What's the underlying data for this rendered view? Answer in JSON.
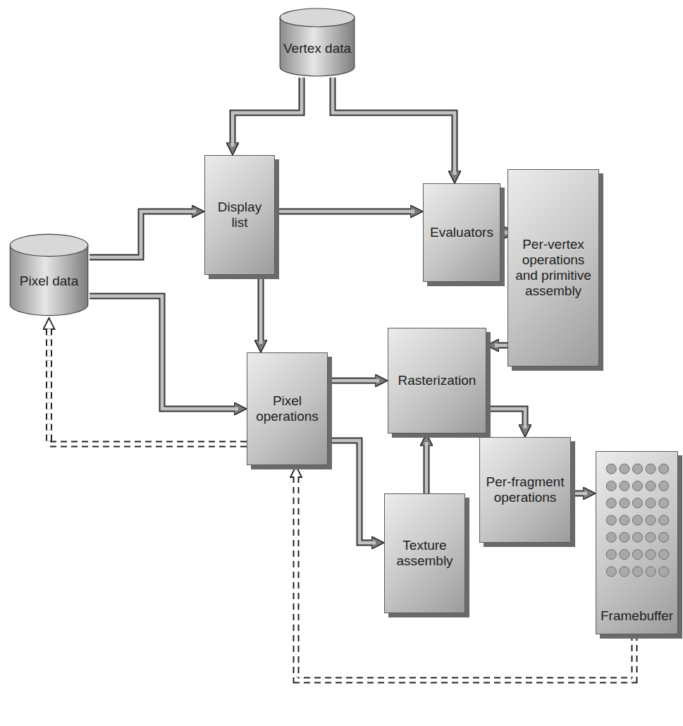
{
  "diagram": {
    "nodes": [
      {
        "text": [
          "Vertex data"
        ]
      },
      {
        "text": [
          "Display list"
        ]
      },
      {
        "text": [
          "Evaluators"
        ]
      },
      {
        "text": [
          "Per-vertex operations and primitive assembly"
        ]
      },
      {
        "text": [
          "Pixel data"
        ]
      },
      {
        "text": [
          "Rasterization"
        ]
      },
      {
        "text": [
          "Pixel operations"
        ]
      },
      {
        "text": [
          "Per-fragment operations"
        ]
      },
      {
        "text": [
          "Texture assembly"
        ]
      },
      {
        "text": [
          "Framebuffer"
        ]
      }
    ],
    "edges": [
      {
        "from": 0,
        "to": 1,
        "arrow": "to"
      },
      {
        "from": 0,
        "to": 2,
        "arrow": "to"
      },
      {
        "from": 4,
        "to": 1,
        "arrow": "to"
      },
      {
        "from": 4,
        "to": 6,
        "arrow": "to"
      },
      {
        "from": 1,
        "to": 2,
        "arrow": "to"
      },
      {
        "from": 1,
        "to": 6,
        "arrow": "to"
      },
      {
        "from": 2,
        "to": 3,
        "arrow": "to"
      },
      {
        "from": 3,
        "to": 5,
        "arrow": "to"
      },
      {
        "from": 6,
        "to": 5,
        "arrow": "to"
      },
      {
        "from": 6,
        "to": 8,
        "arrow": "to"
      },
      {
        "from": 8,
        "to": 5,
        "arrow": "to"
      },
      {
        "from": 5,
        "to": 7,
        "arrow": "to"
      },
      {
        "from": 7,
        "to": 9,
        "arrow": "to"
      },
      {
        "from": 9,
        "to": 6,
        "arrow": "to"
      },
      {
        "from": 6,
        "to": 4,
        "arrow": "to"
      }
    ]
  }
}
